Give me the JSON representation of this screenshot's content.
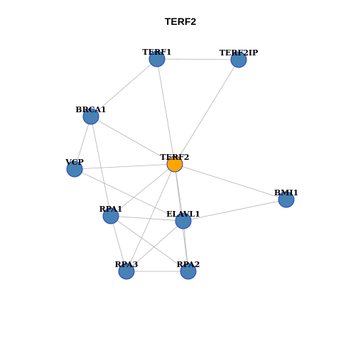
{
  "title": "TERF2",
  "colors": {
    "center": "#ffa500",
    "node": "#4682b4",
    "node_border": "#2a3fc7",
    "edge": "#b3b3b3"
  },
  "nodes": [
    {
      "id": "TERF1",
      "label": "TERF1",
      "center": false
    },
    {
      "id": "TERF2IP",
      "label": "TERF2IP",
      "center": false
    },
    {
      "id": "BRCA1",
      "label": "BRCA1",
      "center": false
    },
    {
      "id": "TERF2",
      "label": "TERF2",
      "center": true
    },
    {
      "id": "VCP",
      "label": "VCP",
      "center": false
    },
    {
      "id": "BMI1",
      "label": "BMI1",
      "center": false
    },
    {
      "id": "RPA1",
      "label": "RPA1",
      "center": false
    },
    {
      "id": "ELAVL1",
      "label": "ELAVL1",
      "center": false
    },
    {
      "id": "RPA3",
      "label": "RPA3",
      "center": false
    },
    {
      "id": "RPA2",
      "label": "RPA2",
      "center": false
    }
  ],
  "edges": [
    [
      "TERF1",
      "TERF2IP"
    ],
    [
      "TERF1",
      "BRCA1"
    ],
    [
      "TERF1",
      "TERF2"
    ],
    [
      "TERF2IP",
      "TERF2"
    ],
    [
      "BRCA1",
      "TERF2"
    ],
    [
      "BRCA1",
      "VCP"
    ],
    [
      "BRCA1",
      "RPA1"
    ],
    [
      "VCP",
      "TERF2"
    ],
    [
      "VCP",
      "ELAVL1"
    ],
    [
      "TERF2",
      "BMI1"
    ],
    [
      "TERF2",
      "RPA1"
    ],
    [
      "TERF2",
      "ELAVL1"
    ],
    [
      "TERF2",
      "RPA3"
    ],
    [
      "TERF2",
      "RPA2"
    ],
    [
      "ELAVL1",
      "BMI1"
    ],
    [
      "RPA1",
      "ELAVL1"
    ],
    [
      "RPA1",
      "RPA3"
    ],
    [
      "RPA1",
      "RPA2"
    ],
    [
      "ELAVL1",
      "RPA3"
    ],
    [
      "ELAVL1",
      "RPA2"
    ],
    [
      "RPA3",
      "RPA2"
    ]
  ]
}
